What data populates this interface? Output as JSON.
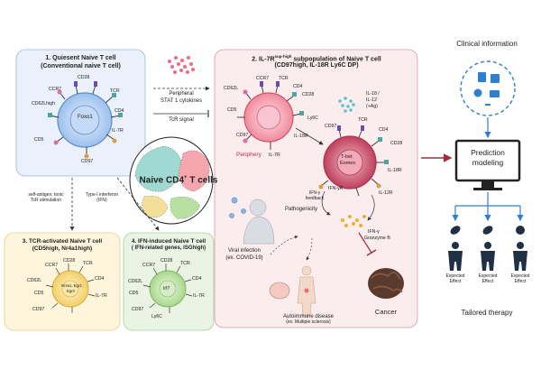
{
  "panel1": {
    "title": "1.  Quiesent Naive T cell",
    "subtitle": "(Conventional naive T cell)",
    "nucleus": "Foxo1",
    "receptors": [
      "CCR7",
      "CD28",
      "TCR",
      "CD62L",
      "CD4",
      "CD5",
      "IL-7R",
      "CD97"
    ],
    "cd62l": "CD62Lhigh"
  },
  "middle": {
    "peripheral": "Peripheral",
    "stat": "STAT 1 cytokines",
    "tcr_signal": "TcR signal",
    "self_antigen": "self-antigen, tonic TcR stimulation",
    "type1": "Type-I interferon (IFN)",
    "cluster": "Naive CD4",
    "cluster_sup": "+",
    "cluster_tail": "T cells"
  },
  "panel2": {
    "title": "2. IL-7R",
    "title_sup": "sup-high",
    "title_rest": " subpopulation of Naive T cell",
    "subtitle": "(CD97high, IL-18R Ly6C DP)",
    "periphery": "Periphery",
    "receptors": [
      "CD62L",
      "CCR7",
      "TCR",
      "CD4",
      "CD28",
      "CD5",
      "CD97",
      "IL-7R",
      "IL-18R",
      "Ly6C"
    ],
    "il18": "IL-18 /",
    "il12": "IL-12",
    "ag": "(+Ag)",
    "nucleus1": "T-bet",
    "nucleus2": "Eomes",
    "cd97b": "CD97",
    "tcrb": "TCR",
    "cd4b": "CD4",
    "cd28b": "CD28",
    "il18r": "IL-18R",
    "il12r": "IL-12R",
    "ifnyr": "IFN-γR",
    "feedback": "IFN-γ feedback",
    "pathogenicity": "Pathogenicity",
    "ifny": "IFN-γ",
    "granzyme": "Granzyme B",
    "viral": "Viral infection",
    "covid": "(ex. COVID-19)",
    "autoimmune": "Autoimmune disease",
    "ms": "(ex. Multiple sclerosis)",
    "cancer": "Cancer"
  },
  "panel3": {
    "title": "3. TCR-activated Naive T cell",
    "subtitle": "(CD5high, Nr4a1high)",
    "nucleus1": "Nr4a1, Egr2,",
    "nucleus2": "Egr3",
    "receptors": [
      "CCR7",
      "CD28",
      "TCR",
      "CD62L",
      "CD4",
      "IL-7R",
      "CD5",
      "CD97"
    ]
  },
  "panel4": {
    "title": "4. IFN-induced Naive T cell",
    "subtitle": "( IFN-related genes, ISGhigh)",
    "nucleus": "Irf7",
    "receptors": [
      "CCR7",
      "CD28",
      "TCR",
      "CD62L",
      "CD4",
      "CD5",
      "IL-7R",
      "CD97",
      "Ly6C"
    ]
  },
  "right": {
    "clinical": "Clinical information",
    "prediction1": "Prediction",
    "prediction2": "modeling",
    "effect_line1": "Expected",
    "effect_line2": "Effect",
    "tailored": "Tailored therapy"
  },
  "colors": {
    "panel1_bg": "#eaf1fb",
    "panel2_bg": "#fbecee",
    "panel3_bg": "#fdf5dc",
    "panel4_bg": "#e9f4e3",
    "arrow_red": "#a52a3a",
    "blue": "#2f7fd0"
  }
}
